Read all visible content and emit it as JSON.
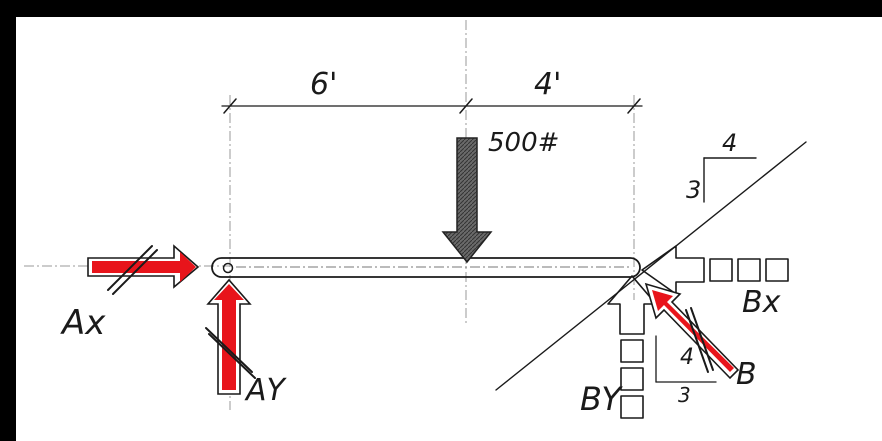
{
  "dimensions": {
    "left_span": "6'",
    "right_span": "4'"
  },
  "load": {
    "label": "500#"
  },
  "slope": {
    "rise": "3",
    "run": "4"
  },
  "reactions": {
    "ax": {
      "label": "Ax",
      "color": "#e8141b"
    },
    "ay": {
      "label": "AY",
      "color": "#e8141b"
    },
    "bx": {
      "label": "Bx"
    },
    "by": {
      "label": "BY"
    },
    "b": {
      "label": "B",
      "color": "#e8141b"
    }
  },
  "b_components": {
    "x": "4",
    "y": "3"
  },
  "colors": {
    "ink": "#1a1a1a",
    "load_fill": "#555555",
    "paper": "#ffffff",
    "background": "#000000"
  }
}
